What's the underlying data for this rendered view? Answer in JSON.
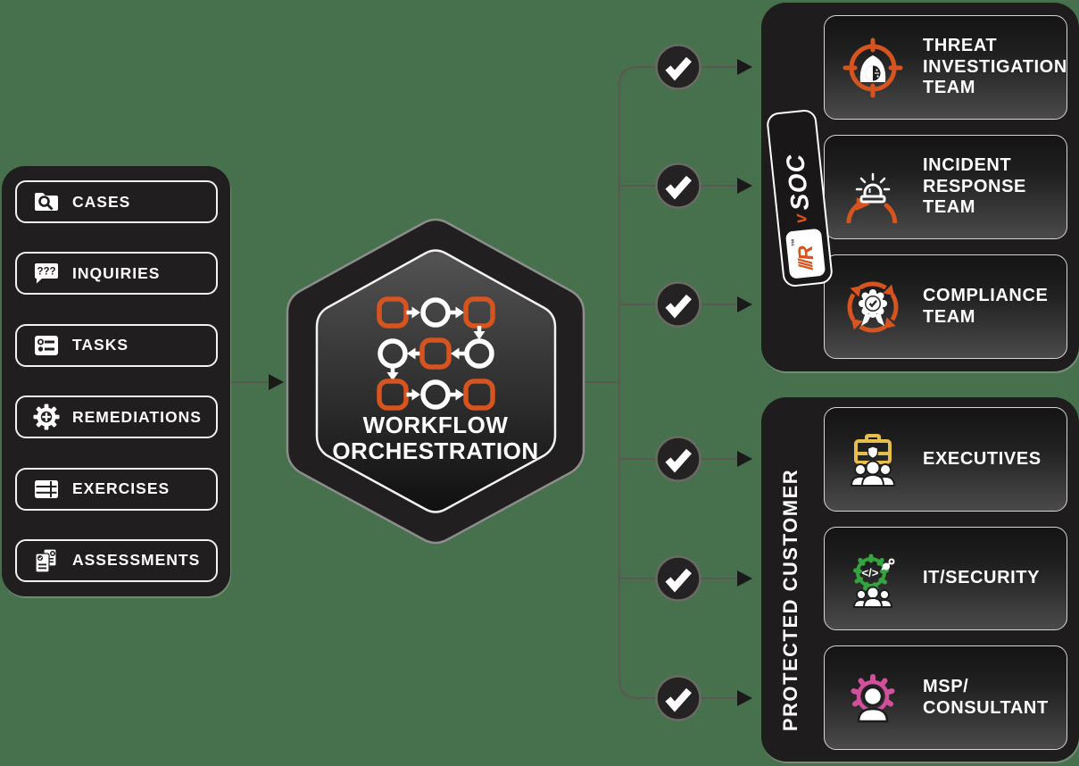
{
  "colors": {
    "background": "#47714D",
    "panel_dark": "#201E1E",
    "accent_orange": "#D5541F",
    "accent_gold": "#E5BE4D",
    "accent_green": "#35A33F",
    "accent_pink": "#D1509C",
    "connector_gray": "#585A52",
    "text_white": "#FFFFFF"
  },
  "left_panel": {
    "items": [
      {
        "id": "cases",
        "label": "CASES",
        "icon": "cases-icon"
      },
      {
        "id": "inquiries",
        "label": "INQUIRIES",
        "icon": "inquiries-icon"
      },
      {
        "id": "tasks",
        "label": "TASKS",
        "icon": "tasks-icon"
      },
      {
        "id": "remediations",
        "label": "REMEDIATIONS",
        "icon": "remediations-icon"
      },
      {
        "id": "exercises",
        "label": "EXERCISES",
        "icon": "exercises-icon"
      },
      {
        "id": "assessments",
        "label": "ASSESSMENTS",
        "icon": "assessments-icon"
      }
    ]
  },
  "hexagon": {
    "title": "WORKFLOW\nORCHESTRATION"
  },
  "badge": {
    "logo_slashes": "///",
    "logo_letter": "R",
    "trademark": "™",
    "product_prefix": "v",
    "product_name": "SOC"
  },
  "soc_group": {
    "cards": [
      {
        "label": "THREAT\nINVESTIGATION\nTEAM",
        "icon": "threat-investigation-icon"
      },
      {
        "label": "INCIDENT\nRESPONSE\nTEAM",
        "icon": "incident-response-icon"
      },
      {
        "label": "COMPLIANCE\nTEAM",
        "icon": "compliance-icon"
      }
    ]
  },
  "customer_group": {
    "label": "PROTECTED CUSTOMER",
    "cards": [
      {
        "label": "EXECUTIVES",
        "icon": "executives-icon"
      },
      {
        "label": "IT/SECURITY",
        "icon": "it-security-icon"
      },
      {
        "label": "MSP/\nCONSULTANT",
        "icon": "msp-consultant-icon"
      }
    ]
  },
  "icons": {
    "inquiries_text": "???",
    "it_security_code": "</>"
  }
}
